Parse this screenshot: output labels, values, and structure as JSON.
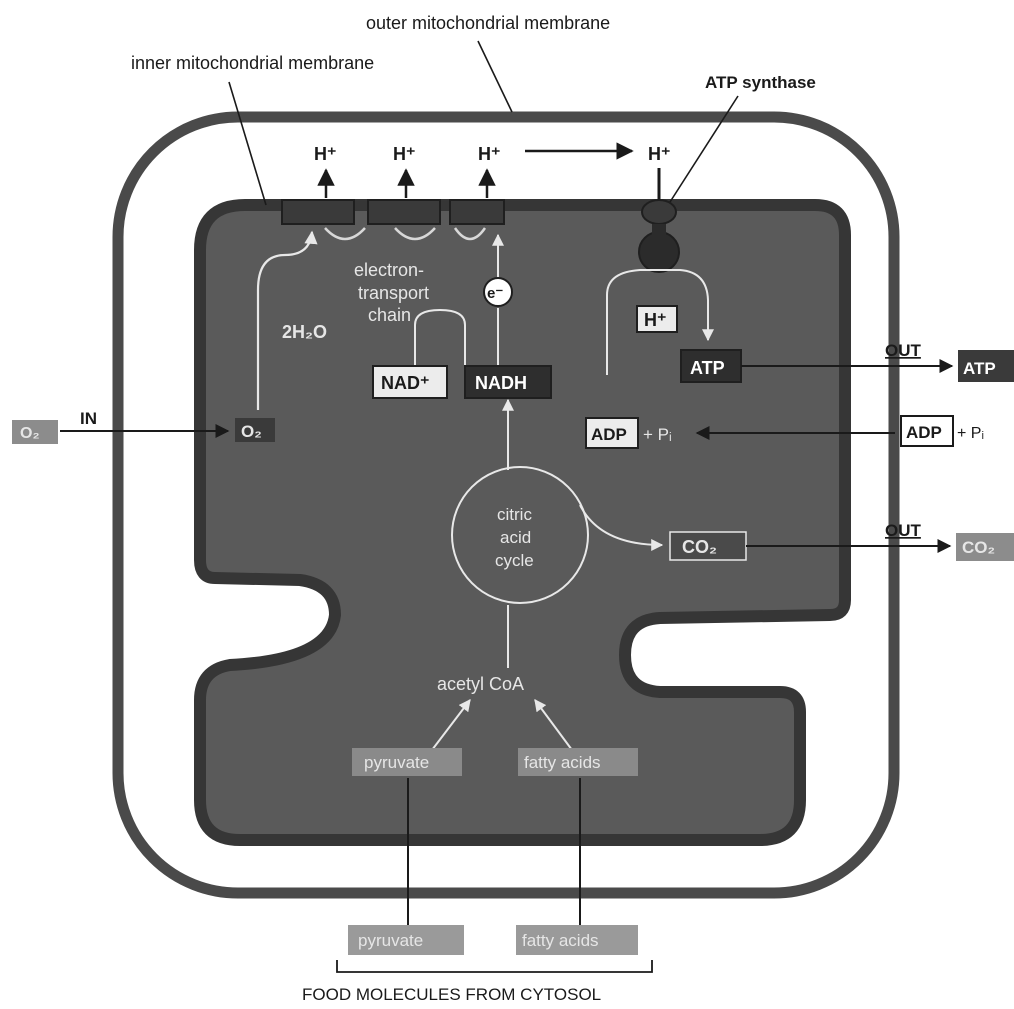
{
  "labels": {
    "outer_membrane": "outer mitochondrial membrane",
    "inner_membrane": "inner mitochondrial membrane",
    "atp_synthase": "ATP synthase",
    "h_plus": "H⁺",
    "electron_transport_chain": [
      "electron-",
      "transport",
      "chain"
    ],
    "electron": "e⁻",
    "water": "2H₂O",
    "nad_plus": "NAD⁺",
    "nadh": "NADH",
    "atp": "ATP",
    "adp": "ADP",
    "plus_pi": "+ Pᵢ",
    "o2": "O₂",
    "co2": "CO₂",
    "citric_acid_cycle": [
      "citric",
      "acid",
      "cycle"
    ],
    "acetyl_coa": "acetyl CoA",
    "pyruvate": "pyruvate",
    "fatty_acids": "fatty acids",
    "in": "IN",
    "out": "OUT",
    "food_molecules": "FOOD MOLECULES FROM CYTOSOL"
  },
  "colors": {
    "matrix": "#5a5a5a",
    "membrane": "#4a4a4a",
    "dark_box": "#2e2e2e",
    "light_box": "#ececec",
    "pale_box": "#cfcfcf"
  }
}
